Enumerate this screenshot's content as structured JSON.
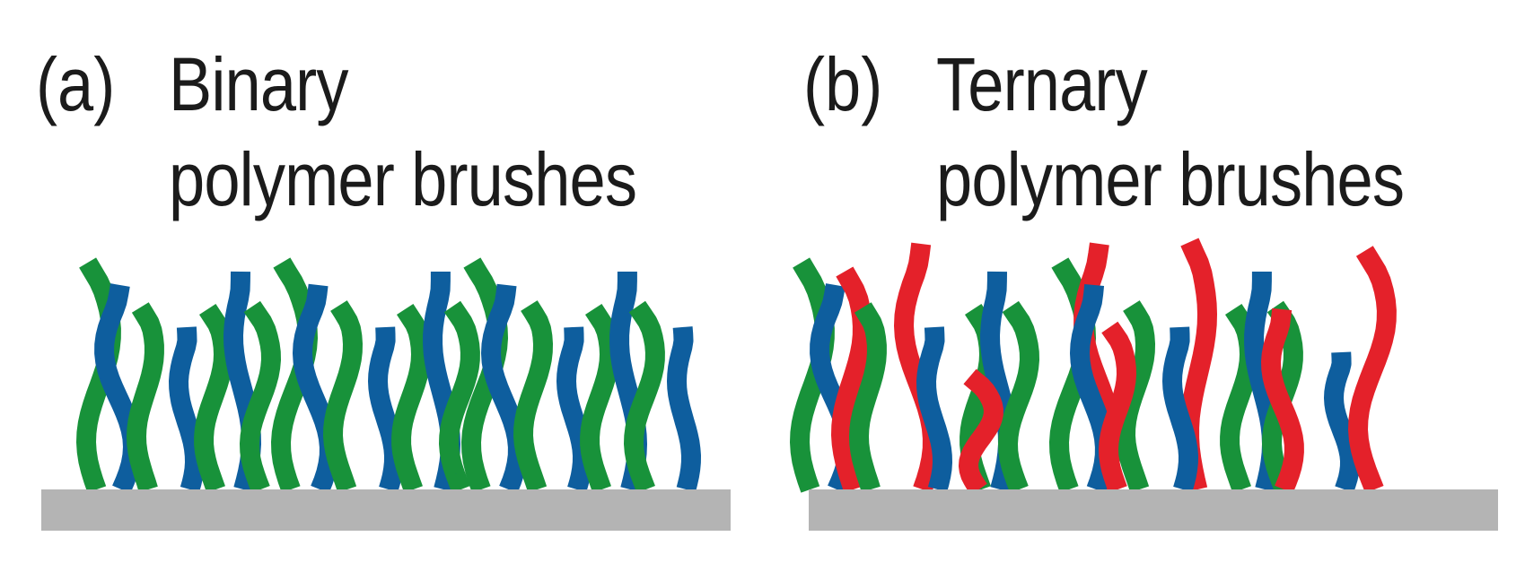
{
  "colors": {
    "green": "#18923a",
    "blue": "#0e5e9e",
    "red": "#e4212a",
    "substrate": "#b4b4b4",
    "text": "#1b1b1b"
  },
  "panels": [
    {
      "letter": "(a)",
      "title_line1": "Binary",
      "title_line2": "polymer brushes",
      "brush_types": [
        "green",
        "blue"
      ]
    },
    {
      "letter": "(b)",
      "title_line1": "Ternary",
      "title_line2": "polymer brushes",
      "brush_types": [
        "green",
        "blue",
        "red"
      ]
    }
  ]
}
